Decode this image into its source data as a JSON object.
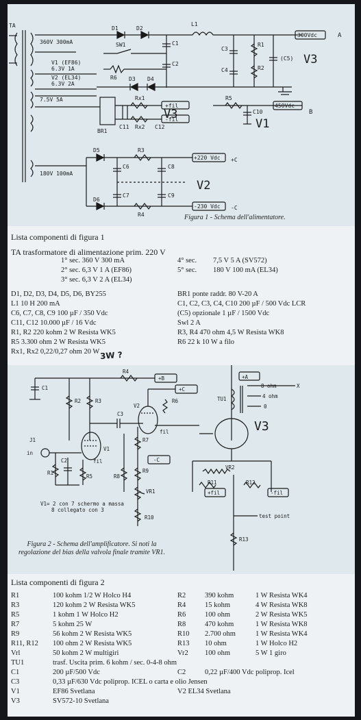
{
  "fig1": {
    "labels": {
      "ta": "TA",
      "l1": "L1",
      "d1": "D1",
      "d2": "D2",
      "sw1": "SW1",
      "c1": "C1",
      "c2": "C2",
      "r6": "R6",
      "d3": "D3",
      "d4": "D4",
      "c3": "C3",
      "c4": "C4",
      "r1": "R1",
      "r2": "R2",
      "c5": "(C5)",
      "out_a": "300Vdc",
      "a": "A",
      "v3": "V3",
      "sec1": "360V 300mA",
      "sec2a": "V1 (EF86)",
      "sec2b": "6.3V 1A",
      "sec3a": "V2 (EL34)",
      "sec3b": "6.3V 2A",
      "sec4": "7.5V 5A",
      "rx1": "Rx1",
      "rx2": "Rx2",
      "br1": "BR1",
      "c11": "C11",
      "c12": "C12",
      "fil1": "+fil",
      "fil2": "-fil",
      "v3b": "V3",
      "r5": "R5",
      "c10": "C10",
      "out_b": "450Vdc",
      "b": "B",
      "v1": "V1",
      "d5": "D5",
      "d6": "D6",
      "r3": "R3",
      "r4": "R4",
      "c6": "C6",
      "c7": "C7",
      "c8": "C8",
      "c9": "C9",
      "sec5": "180V 100mA",
      "p220": "+220 Vdc",
      "n230": "-230 Vdc",
      "pc": "+C",
      "mc": "-C",
      "v2": "V2"
    },
    "caption": "Figura 1 - Schema dell'alimentatore."
  },
  "list1": {
    "title": "Lista componenti di figura 1",
    "ta_line": "TA trasformatore di alimentazione prim. 220 V",
    "sec_rows": [
      {
        "a": "1° sec. 360 V 300 mA",
        "b": "4° sec.",
        "c": "7,5 V 5 A (SV572)"
      },
      {
        "a": "2° sec. 6,3 V 1 A (EF86)",
        "b": "5° sec.",
        "c": "180 V 100 mA (EL34)"
      },
      {
        "a": "3° sec. 6,3 V 2 A (EL34)",
        "b": "",
        "c": ""
      }
    ],
    "rows": [
      {
        "l": "D1, D2, D3, D4, D5, D6, BY255",
        "r": "BR1 ponte raddr. 80 V-20 A"
      },
      {
        "l": "L1 10 H 200 mA",
        "r": "C1, C2, C3, C4, C10 200 µF / 500 Vdc LCR"
      },
      {
        "l": "C6, C7, C8, C9 100 µF / 350 Vdc",
        "r": "(C5) opzionale 1 µF / 1500 Vdc"
      },
      {
        "l": "C11, C12 10.000 µF / 16 Vdc",
        "r": "Swl 2 A"
      },
      {
        "l": "R1, R2 220 kohm 2 W Resista WK5",
        "r": "R3, R4 470 ohm 4,5 W Resista WK8"
      },
      {
        "l": "R5 3.300 ohm 2 W Resista WK5",
        "r": "R6 22 k 10 W a filo"
      },
      {
        "l": "Rx1, Rx2 0,22/0,27 ohm 20 W",
        "r": ""
      }
    ],
    "annotation": "3W ?"
  },
  "fig2": {
    "labels": {
      "r4": "R4",
      "pb": "+B",
      "c1": "C1",
      "r2": "R2",
      "r3": "R3",
      "c3": "C3",
      "v2": "V2",
      "r6": "R6",
      "pc": "+C",
      "fil_v2": "fil",
      "j1": "J1",
      "in": "in",
      "v1": "V1",
      "fil_v1": "fil",
      "r1": "R1",
      "c2": "C2",
      "r5": "R5",
      "r7": "R7",
      "r8": "R8",
      "r9": "R9",
      "mc": "-C",
      "vr1": "VR1",
      "r10": "R10",
      "note1": "V1= 2 con 7 schermo a massa",
      "note2": "8 collegato con 3",
      "pa": "+A",
      "ohm8": "8 ohm",
      "ohm4": "4 ohm",
      "ohm0": "0",
      "x": "X",
      "tu1": "TU1",
      "v3": "V3",
      "vr2": "VR2",
      "r11": "R11",
      "r12": "R12",
      "pfil": "+fil",
      "mfil": "-fil",
      "test": "test point",
      "r13": "R13"
    },
    "caption": "Figura 2 - Schema dell'amplificatore. Si noti la regolazione del bias della valvola finale tramite VR1."
  },
  "list2": {
    "title": "Lista componenti di figura 2",
    "rows": [
      {
        "a": "R1",
        "b": "100 kohm 1/2 W Holco H4",
        "c": "R2",
        "d": "390 kohm",
        "e": "1 W Resista WK4"
      },
      {
        "a": "R3",
        "b": "120 kohm 2 W Resista WK5",
        "c": "R4",
        "d": "15 kohm",
        "e": "4 W Resista WK8"
      },
      {
        "a": "R5",
        "b": "1 kohm 1 W Holco H2",
        "c": "R6",
        "d": "100 ohm",
        "e": "2 W Resista WK5"
      },
      {
        "a": "R7",
        "b": "5 kohm 25 W",
        "c": "R8",
        "d": "470 kohm",
        "e": "1 W Resista WK8"
      },
      {
        "a": "R9",
        "b": "56 kohm 2 W Resista WK5",
        "c": "R10",
        "d": "2.700 ohm",
        "e": "1 W Resista WK4"
      },
      {
        "a": "R11, R12",
        "b": "100 ohm 2 W Resista WK5",
        "c": "R13",
        "d": "10 ohm",
        "e": "1 W Holco H2"
      },
      {
        "a": "Vrl",
        "b": "50 kohm 2 W multigiri",
        "c": "Vr2",
        "d": "100 ohm",
        "e": "5 W 1 giro"
      }
    ],
    "tu1": {
      "a": "TU1",
      "b": "trasf. Uscita prim. 6 kohm / sec.   0-4-8 ohm"
    },
    "c1": {
      "a": "C1",
      "b": "200 µF/500 Vdc",
      "c": "C2",
      "d": "0,22 µF/400 Vdc poliprop. Icel"
    },
    "c3": {
      "a": "C3",
      "b": "0,33 µF/630 Vdc poliprop. ICEL o carta e olio Jensen"
    },
    "v1": {
      "a": "V1",
      "b": "EF86 Svetlana",
      "c": "V2 EL34 Svetlana"
    },
    "v3": {
      "a": "V3",
      "b": "SV572-10 Svetlana"
    }
  }
}
